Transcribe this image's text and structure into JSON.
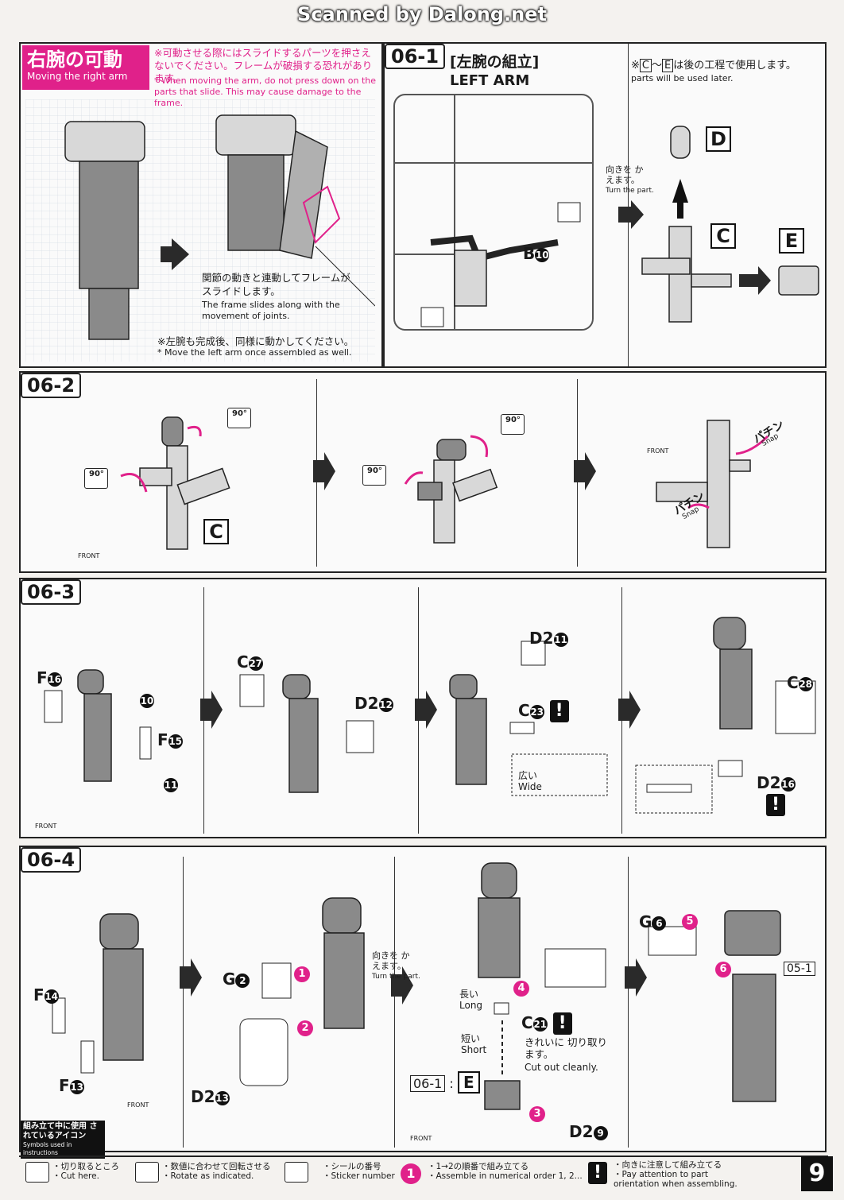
{
  "watermark": "Scanned by Dalong.net",
  "right_arm": {
    "title_jp": "右腕の可動",
    "title_en": "Moving the right arm",
    "warn_jp": "※可動させる際にはスライドするパーツを押さえないでください。フレームが破損する恐れがあります。",
    "warn_en": "* When moving the arm, do not press down on the parts that slide. This may cause damage to the frame.",
    "slide_jp": "関節の動きと連動してフレームがスライドします。",
    "slide_en": "The frame slides along with the movement of joints.",
    "left_jp": "※左腕も完成後、同様に動かしてください。",
    "left_en": "* Move the left arm once assembled as well."
  },
  "step06_1": {
    "tag": "06-1",
    "title_jp": "[左腕の組立]",
    "title_en": "LEFT ARM",
    "part": "B",
    "part_num": "10",
    "note_jp_pre": "※",
    "note_c": "C",
    "note_tilde": "～",
    "note_e": "E",
    "note_jp_post": "は後の工程で使用します。",
    "note_en": "parts will be used later.",
    "turn_jp": "向きを かえます。",
    "turn_en": "Turn the part.",
    "letters": [
      "D",
      "C",
      "E"
    ]
  },
  "step06_2": {
    "tag": "06-2",
    "rotate": "90°",
    "part": "C",
    "front": "FRONT",
    "snap_jp": "パチン",
    "snap_en": "Snap"
  },
  "step06_3": {
    "tag": "06-3",
    "f16": "F",
    "f16n": "16",
    "f15": "F",
    "f15n": "15",
    "s10": "10",
    "s11": "11",
    "c27": "C",
    "c27n": "27",
    "d12": "D2",
    "d12n": "12",
    "d11": "D2",
    "d11n": "11",
    "c23": "C",
    "c23n": "23",
    "c28": "C",
    "c28n": "28",
    "d16": "D2",
    "d16n": "16",
    "wide_jp": "広い",
    "wide_en": "Wide",
    "front": "FRONT"
  },
  "step06_4": {
    "tag": "06-4",
    "f14": "F",
    "f14n": "14",
    "f13": "F",
    "f13n": "13",
    "g2": "G",
    "g2n": "2",
    "d13": "D2",
    "d13n": "13",
    "turn_jp": "向きを かえます。",
    "turn_en": "Turn the part.",
    "long_jp": "長い",
    "long_en": "Long",
    "short_jp": "短い",
    "short_en": "Short",
    "c21": "C",
    "c21n": "21",
    "cut_jp": "きれいに 切り取ります。",
    "cut_en": "Cut out cleanly.",
    "ref": "06-1",
    "ref_part": "E",
    "d9": "D2",
    "d9n": "9",
    "g6": "G",
    "g6n": "6",
    "ref05": "05-1",
    "front": "FRONT"
  },
  "legend": {
    "title_jp": "組み立て中に使用 されているアイコン",
    "title_en": "Symbols used in instructions",
    "items": [
      {
        "jp": "・切り取るところ",
        "en": "・Cut here."
      },
      {
        "jp": "・数値に合わせて回転させる",
        "en": "・Rotate as indicated."
      },
      {
        "jp": "・シールの番号",
        "en": "・Sticker number"
      },
      {
        "jp": "・1→2の順番で組み立てる",
        "en": "・Assemble in numerical order 1, 2..."
      },
      {
        "jp": "・向きに注意して組み立てる",
        "en": "・Pay attention to part orientation when assembling."
      }
    ]
  },
  "page_number": "9"
}
